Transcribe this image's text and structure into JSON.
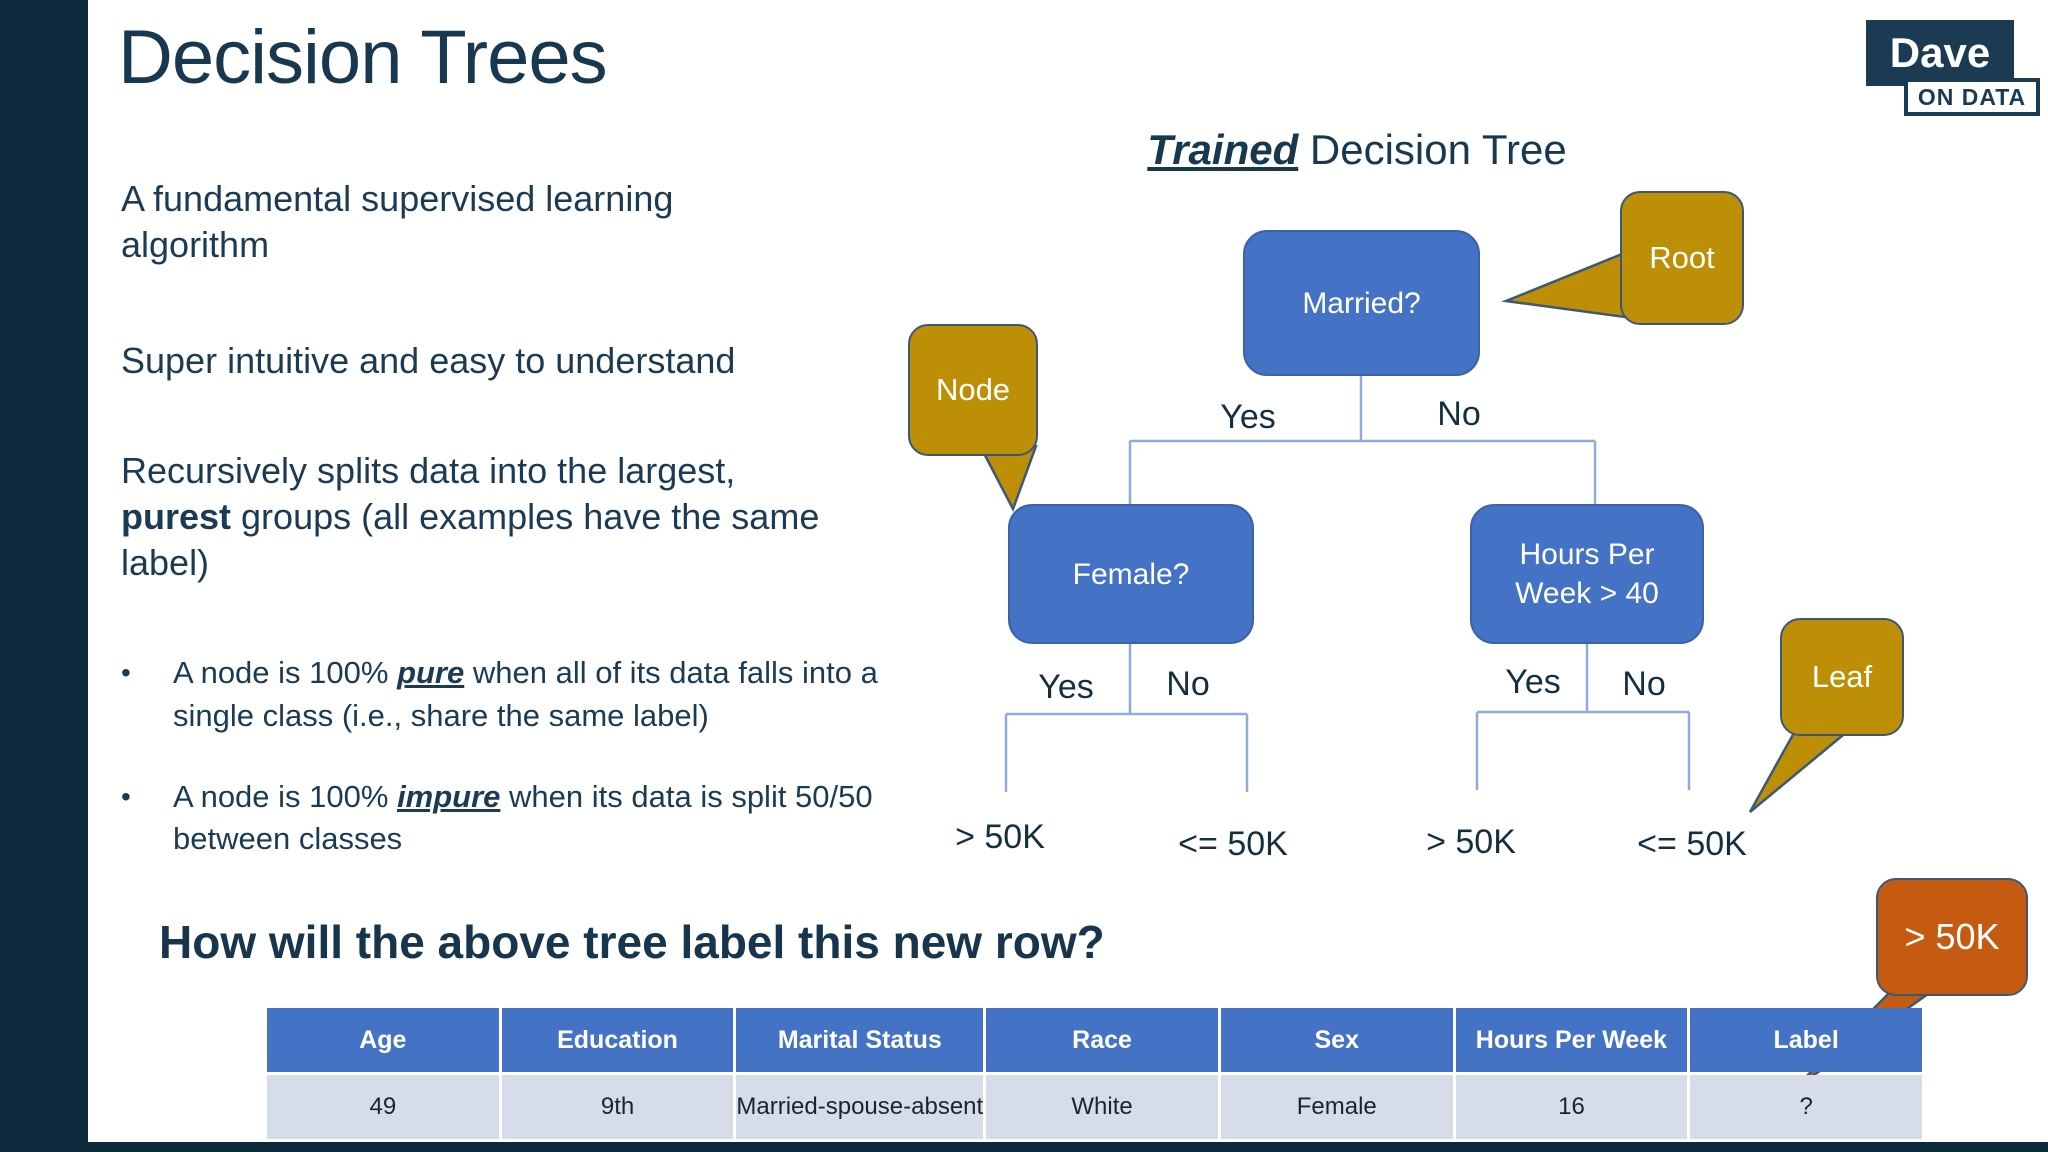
{
  "colors": {
    "navy": "#0D2A3D",
    "text_navy": "#17384F",
    "node_blue": "#4472C4",
    "gold_callout": "#BC8F06",
    "orange_callout": "#C55A11",
    "branch_line": "#8FAADC",
    "table_row_bg": "#D6DCE9"
  },
  "header": {
    "title": "Decision Trees"
  },
  "logo": {
    "line1": "Dave",
    "line2": "ON DATA"
  },
  "intro": {
    "bullet_glyph": "•",
    "p1": "A fundamental supervised learning algorithm",
    "p2": "Super intuitive and easy to understand",
    "p3_pre": "Recursively splits data into the largest, ",
    "p3_bold": "purest",
    "p3_post": " groups (all examples have the same label)",
    "bullets": [
      {
        "pre": "A node is 100% ",
        "em": "pure",
        "post": " when all of its data falls into a single class (i.e., share the same label)"
      },
      {
        "pre": "A node is 100% ",
        "em": "impure",
        "post": " when its data is split 50/50 between classes"
      }
    ]
  },
  "tree": {
    "heading_em": "Trained",
    "heading_rest": " Decision Tree",
    "nodes": {
      "root": "Married?",
      "left": "Female?",
      "right": "Hours Per Week > 40"
    },
    "callouts": {
      "root": "Root",
      "node": "Node",
      "leaf": "Leaf"
    },
    "branches": {
      "root": {
        "yes": "Yes",
        "no": "No"
      },
      "left": {
        "yes": "Yes",
        "no": "No"
      },
      "right": {
        "yes": "Yes",
        "no": "No"
      }
    },
    "leaves": [
      "> 50K",
      "<= 50K",
      "> 50K",
      "<= 50K"
    ]
  },
  "question": {
    "heading": "How will the above tree label this new row?"
  },
  "table": {
    "headers": [
      "Age",
      "Education",
      "Marital Status",
      "Race",
      "Sex",
      "Hours Per Week",
      "Label"
    ],
    "row": [
      "49",
      "9th",
      "Married-spouse-absent",
      "White",
      "Female",
      "16",
      "?"
    ]
  },
  "prediction_callout": {
    "label": "> 50K"
  }
}
